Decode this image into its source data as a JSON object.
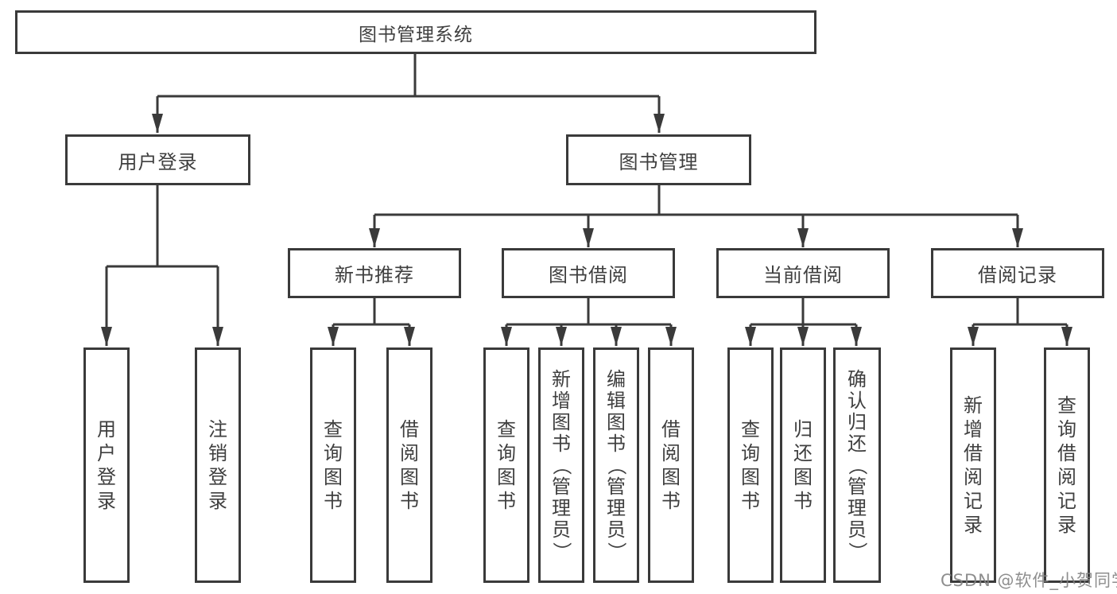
{
  "title": "图书管理系统",
  "watermark": "CSDN @软件_小贺同学",
  "colors": {
    "line": "#3a3a3a",
    "border": "#3a3a3a",
    "text": "#3f3f3f",
    "background": "#ffffff",
    "watermark": "#828282"
  },
  "nodes": {
    "root": "图书管理系统",
    "userLogin": "用户登录",
    "bookManagement": "图书管理",
    "newBookRecommendation": "新书推荐",
    "bookBorrowing": "图书借阅",
    "currentBorrowing": "当前借阅",
    "borrowingRecords": "借阅记录",
    "userLoginLeaf": "用户登录",
    "logoutLeaf": "注销登录",
    "queryBooksRecommend": "查询图书",
    "borrowBooksRecommend": "借阅图书",
    "queryBooksBorrowing": "查询图书",
    "addBookAdmin": "新增图书（管理员）",
    "editBookAdmin": "编辑图书（管理员）",
    "borrowBooksBorrowing": "借阅图书",
    "queryBooksCurrent": "查询图书",
    "returnBooks": "归还图书",
    "confirmReturnAdmin": "确认归还（管理员）",
    "addBorrowRecord": "新增借阅记录",
    "queryBorrowRecord": "查询借阅记录"
  },
  "hierarchy": {
    "图书管理系统": {
      "用户登录": [
        "用户登录",
        "注销登录"
      ],
      "图书管理": {
        "新书推荐": [
          "查询图书",
          "借阅图书"
        ],
        "图书借阅": [
          "查询图书",
          "新增图书（管理员）",
          "编辑图书（管理员）",
          "借阅图书"
        ],
        "当前借阅": [
          "查询图书",
          "归还图书",
          "确认归还（管理员）"
        ],
        "借阅记录": [
          "新增借阅记录",
          "查询借阅记录"
        ]
      }
    }
  }
}
